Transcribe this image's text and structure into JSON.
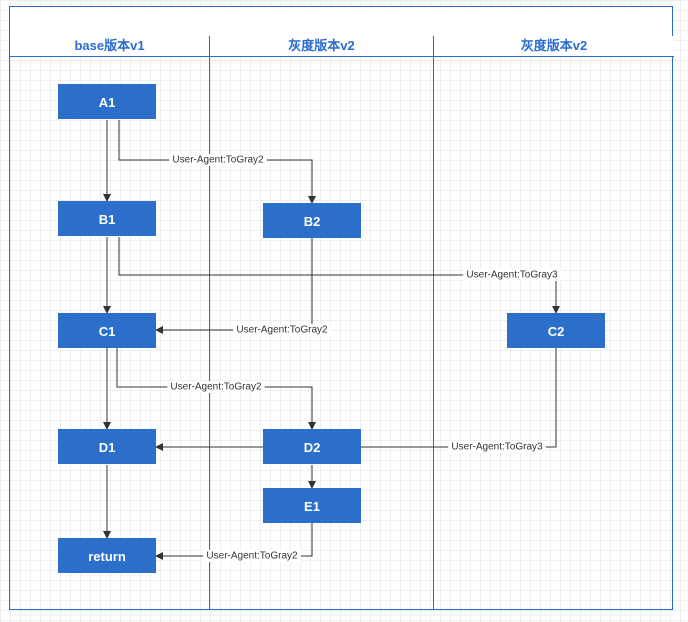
{
  "lanes": [
    {
      "id": "v1",
      "title": "base版本v1"
    },
    {
      "id": "v2a",
      "title": "灰度版本v2"
    },
    {
      "id": "v2b",
      "title": "灰度版本v2"
    }
  ],
  "nodes": [
    {
      "id": "A1",
      "label": "A1"
    },
    {
      "id": "B1",
      "label": "B1"
    },
    {
      "id": "C1",
      "label": "C1"
    },
    {
      "id": "D1",
      "label": "D1"
    },
    {
      "id": "return",
      "label": "return"
    },
    {
      "id": "B2",
      "label": "B2"
    },
    {
      "id": "D2",
      "label": "D2"
    },
    {
      "id": "E1",
      "label": "E1"
    },
    {
      "id": "C2",
      "label": "C2"
    }
  ],
  "edges": [
    {
      "id": "a1-b1",
      "from": "A1",
      "to": "B1",
      "label": ""
    },
    {
      "id": "a1-b2",
      "from": "A1",
      "to": "B2",
      "label": "User-Agent:ToGray2"
    },
    {
      "id": "b1-c1",
      "from": "B1",
      "to": "C1",
      "label": ""
    },
    {
      "id": "b1-c2",
      "from": "B1",
      "to": "C2",
      "label": "User-Agent:ToGray3"
    },
    {
      "id": "b2-c1",
      "from": "B2",
      "to": "C1",
      "label": "User-Agent:ToGray2"
    },
    {
      "id": "c1-d1",
      "from": "C1",
      "to": "D1",
      "label": ""
    },
    {
      "id": "c1-d2",
      "from": "C1",
      "to": "D2",
      "label": "User-Agent:ToGray2"
    },
    {
      "id": "c2-d1",
      "from": "C2",
      "to": "D1",
      "label": "User-Agent:ToGray3"
    },
    {
      "id": "d2-e1",
      "from": "D2",
      "to": "E1",
      "label": ""
    },
    {
      "id": "d1-return",
      "from": "D1",
      "to": "return",
      "label": ""
    },
    {
      "id": "e1-return",
      "from": "E1",
      "to": "return",
      "label": "User-Agent:ToGray2"
    }
  ]
}
